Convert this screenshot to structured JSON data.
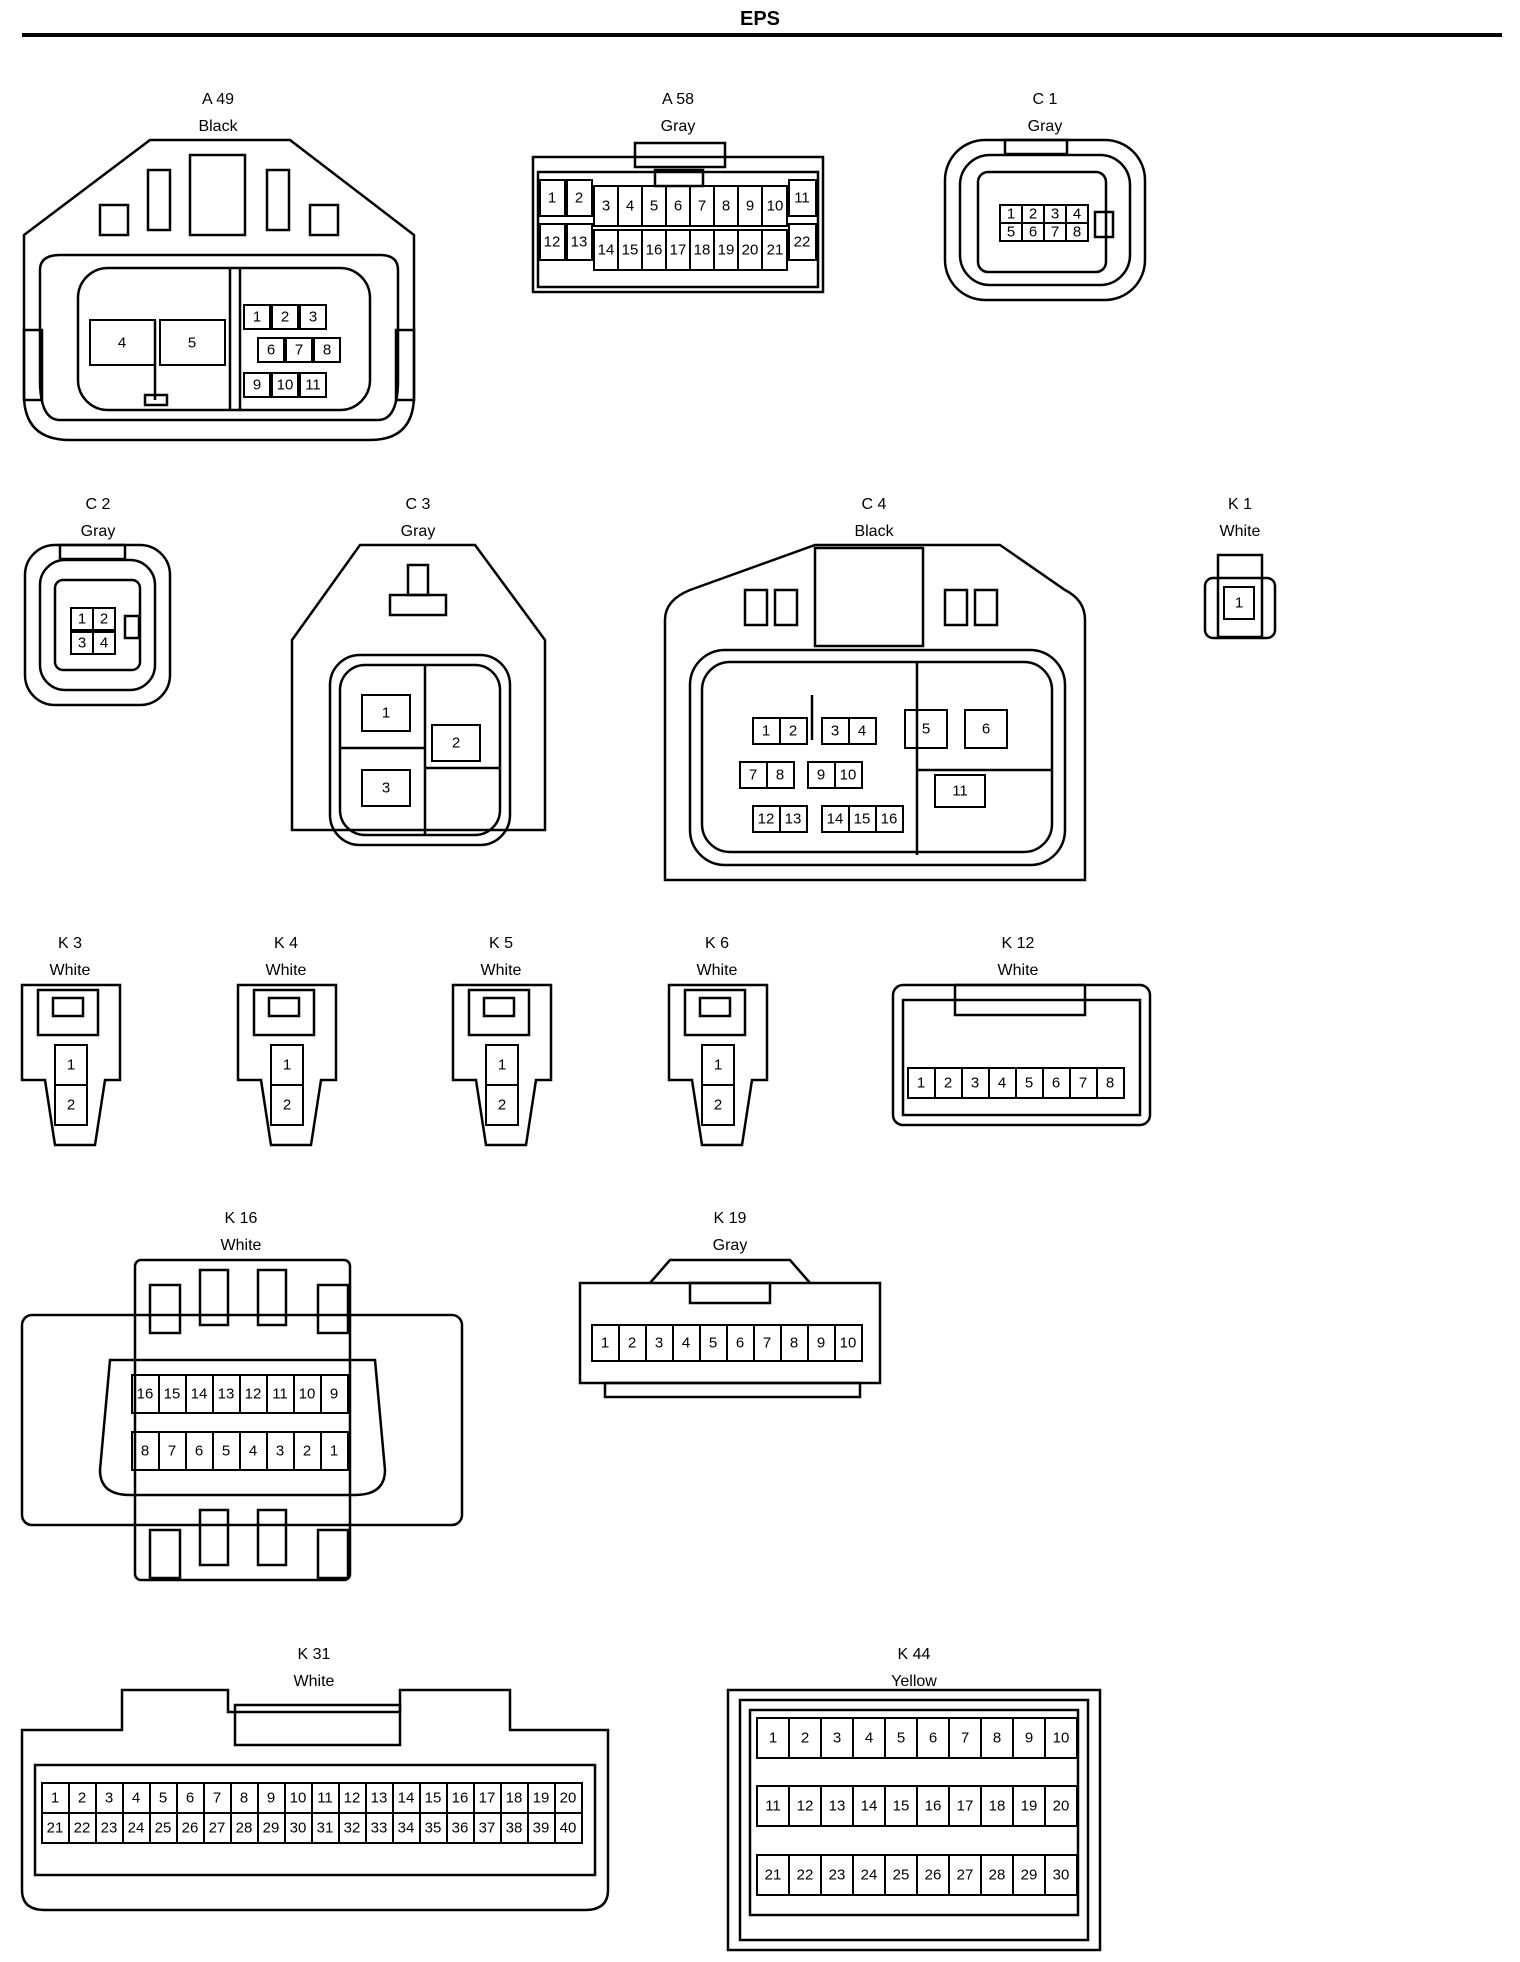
{
  "title": "EPS",
  "connectors": [
    {
      "id": "A 49",
      "color": "Black",
      "pins": [
        "1",
        "2",
        "3",
        "4",
        "5",
        "6",
        "7",
        "8",
        "9",
        "10",
        "11"
      ]
    },
    {
      "id": "A 58",
      "color": "Gray",
      "pins": [
        "1",
        "2",
        "3",
        "4",
        "5",
        "6",
        "7",
        "8",
        "9",
        "10",
        "11",
        "12",
        "13",
        "14",
        "15",
        "16",
        "17",
        "18",
        "19",
        "20",
        "21",
        "22"
      ]
    },
    {
      "id": "C 1",
      "color": "Gray",
      "pins": [
        "1",
        "2",
        "3",
        "4",
        "5",
        "6",
        "7",
        "8"
      ]
    },
    {
      "id": "C 2",
      "color": "Gray",
      "pins": [
        "1",
        "2",
        "3",
        "4"
      ]
    },
    {
      "id": "C 3",
      "color": "Gray",
      "pins": [
        "1",
        "2",
        "3"
      ]
    },
    {
      "id": "C 4",
      "color": "Black",
      "pins": [
        "1",
        "2",
        "3",
        "4",
        "5",
        "6",
        "7",
        "8",
        "9",
        "10",
        "11",
        "12",
        "13",
        "14",
        "15",
        "16"
      ]
    },
    {
      "id": "K 1",
      "color": "White",
      "pins": [
        "1"
      ]
    },
    {
      "id": "K 3",
      "color": "White",
      "pins": [
        "1",
        "2"
      ]
    },
    {
      "id": "K 4",
      "color": "White",
      "pins": [
        "1",
        "2"
      ]
    },
    {
      "id": "K 5",
      "color": "White",
      "pins": [
        "1",
        "2"
      ]
    },
    {
      "id": "K 6",
      "color": "White",
      "pins": [
        "1",
        "2"
      ]
    },
    {
      "id": "K 12",
      "color": "White",
      "pins": [
        "1",
        "2",
        "3",
        "4",
        "5",
        "6",
        "7",
        "8"
      ]
    },
    {
      "id": "K 16",
      "color": "White",
      "pins": [
        "1",
        "2",
        "3",
        "4",
        "5",
        "6",
        "7",
        "8",
        "9",
        "10",
        "11",
        "12",
        "13",
        "14",
        "15",
        "16"
      ]
    },
    {
      "id": "K 19",
      "color": "Gray",
      "pins": [
        "1",
        "2",
        "3",
        "4",
        "5",
        "6",
        "7",
        "8",
        "9",
        "10"
      ]
    },
    {
      "id": "K 31",
      "color": "White",
      "pins": [
        "1",
        "2",
        "3",
        "4",
        "5",
        "6",
        "7",
        "8",
        "9",
        "10",
        "11",
        "12",
        "13",
        "14",
        "15",
        "16",
        "17",
        "18",
        "19",
        "20",
        "21",
        "22",
        "23",
        "24",
        "25",
        "26",
        "27",
        "28",
        "29",
        "30",
        "31",
        "32",
        "33",
        "34",
        "35",
        "36",
        "37",
        "38",
        "39",
        "40"
      ]
    },
    {
      "id": "K 44",
      "color": "Yellow",
      "pins": [
        "1",
        "2",
        "3",
        "4",
        "5",
        "6",
        "7",
        "8",
        "9",
        "10",
        "11",
        "12",
        "13",
        "14",
        "15",
        "16",
        "17",
        "18",
        "19",
        "20",
        "21",
        "22",
        "23",
        "24",
        "25",
        "26",
        "27",
        "28",
        "29",
        "30"
      ]
    }
  ]
}
